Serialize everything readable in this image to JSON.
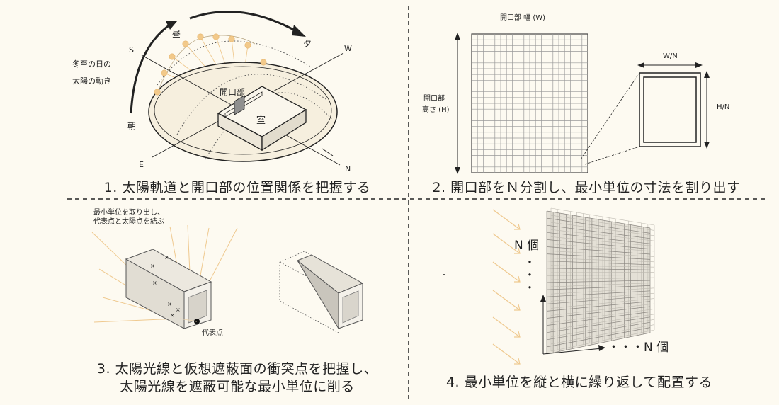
{
  "panel1": {
    "caption": "1. 太陽軌道と開口部の位置関係を把握する",
    "label_winter": "冬至の日の",
    "label_winter2": "太陽の動き",
    "label_noon": "昼",
    "label_evening": "夕",
    "label_morning": "朝",
    "label_opening": "開口部",
    "label_room": "室",
    "dir_s": "S",
    "dir_w": "W",
    "dir_e": "E",
    "dir_n": "N"
  },
  "panel2": {
    "caption": "2. 開口部をＮ分割し、最小単位の寸法を割り出す",
    "label_width": "開口部 幅 (W)",
    "label_height1": "開口部",
    "label_height2": "高さ (H)",
    "label_wn": "W/N",
    "label_hn": "H/N"
  },
  "panel3": {
    "caption1": "3. 太陽光線と仮想遮蔽面の衝突点を把握し、",
    "caption2": "太陽光線を遮蔽可能な最小単位に削る",
    "label_top1": "最小単位を取り出し、",
    "label_top2": "代表点と太陽点を結ぶ",
    "label_rep": "代表点"
  },
  "panel4": {
    "caption": "4. 最小単位を縦と横に繰り返して配置する",
    "label_n_left": "N 個",
    "label_n_bottom": "・・・N 個",
    "dots": "・"
  },
  "colors": {
    "background": "#fdfaf1",
    "sun": "#f2c98a",
    "ray": "#efc98f",
    "line": "#222222",
    "grid": "#999999",
    "box_fill": "#e4e0d6"
  }
}
